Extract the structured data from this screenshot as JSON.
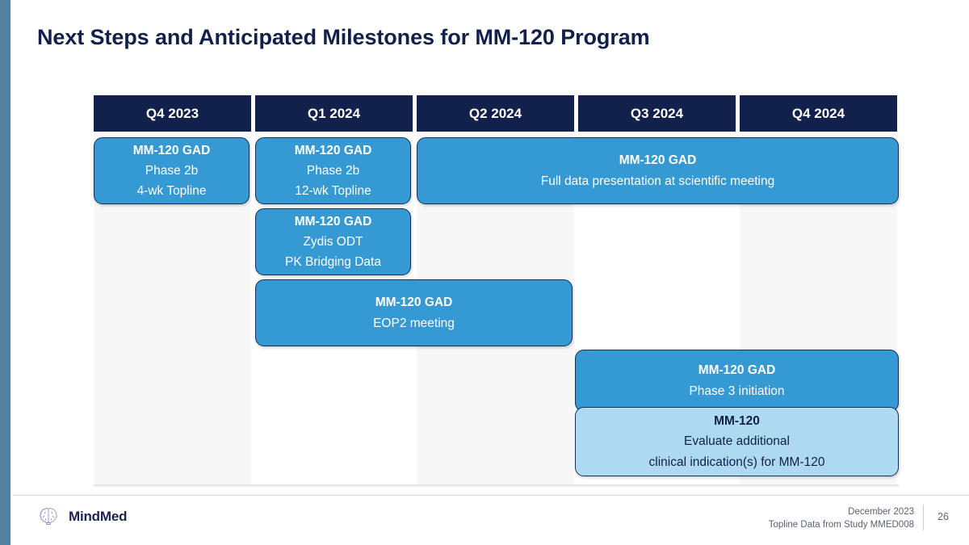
{
  "slide": {
    "title": "Next Steps and Anticipated Milestones for MM-120 Program",
    "title_color": "#12204c"
  },
  "colors": {
    "header_navy": "#12204c",
    "bar_primary": "#3599d4",
    "bar_light": "#addaf0",
    "bar_border": "#16305c",
    "stripe_shade": "#f7f7f7",
    "edge_strip": "#55809f"
  },
  "timeline": {
    "columns": [
      {
        "label": "Q4 2023",
        "shaded": true
      },
      {
        "label": "Q1 2024",
        "shaded": false
      },
      {
        "label": "Q2 2024",
        "shaded": true
      },
      {
        "label": "Q3 2024",
        "shaded": false
      },
      {
        "label": "Q4 2024",
        "shaded": true
      }
    ],
    "milestones": [
      {
        "id": "gad-phase2b-4wk",
        "line1": "MM-120 GAD",
        "line2": "Phase 2b",
        "line3": "4-wk Topline",
        "style": "primary",
        "start_quarter": "Q4 2023",
        "end_quarter": "Q4 2023",
        "row": 1
      },
      {
        "id": "gad-phase2b-12wk",
        "line1": "MM-120 GAD",
        "line2": "Phase 2b",
        "line3": "12-wk Topline",
        "style": "primary",
        "start_quarter": "Q1 2024",
        "end_quarter": "Q1 2024",
        "row": 1
      },
      {
        "id": "gad-full-data",
        "line1": "MM-120 GAD",
        "line2": "Full data presentation at scientific meeting",
        "line3": "",
        "style": "primary",
        "start_quarter": "Q2 2024",
        "end_quarter": "Q4 2024",
        "row": 1
      },
      {
        "id": "gad-zydis-odt",
        "line1": "MM-120 GAD",
        "line2": "Zydis ODT",
        "line3": "PK Bridging Data",
        "style": "primary",
        "start_quarter": "Q1 2024",
        "end_quarter": "Q1 2024",
        "row": 2
      },
      {
        "id": "gad-eop2",
        "line1": "MM-120 GAD",
        "line2": "EOP2 meeting",
        "line3": "",
        "style": "primary",
        "start_quarter": "Q1 2024",
        "end_quarter": "Q2 2024",
        "row": 3
      },
      {
        "id": "gad-phase3",
        "line1": "MM-120 GAD",
        "line2": "Phase 3 initiation",
        "line3": "",
        "style": "primary",
        "start_quarter": "Q3 2024",
        "end_quarter": "Q4 2024",
        "row": 4
      },
      {
        "id": "mm120-evaluate",
        "line1": "MM-120",
        "line2": "Evaluate additional",
        "line3": "clinical indication(s) for MM-120",
        "style": "light",
        "start_quarter": "Q3 2024",
        "end_quarter": "Q4 2024",
        "row": 5
      }
    ]
  },
  "footer": {
    "logo_text": "MindMed",
    "logo_icon": "brain-icon",
    "date": "December 2023",
    "source": "Topline Data from Study MMED008",
    "page_number": "26"
  }
}
